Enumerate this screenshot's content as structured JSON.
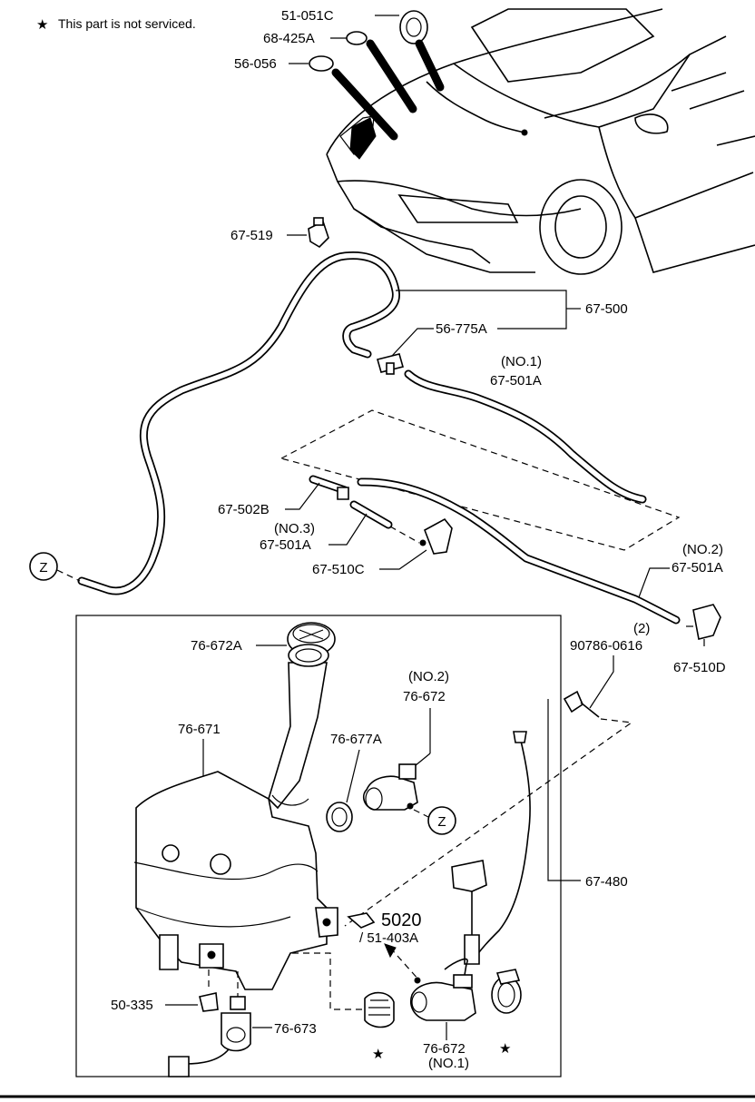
{
  "note": {
    "star": "★",
    "text": "This part is not serviced."
  },
  "labels": {
    "p51_051c": "51-051C",
    "p68_425a": "68-425A",
    "p56_056": "56-056",
    "p67_519": "67-519",
    "p67_500": "67-500",
    "p56_775a": "56-775A",
    "p67_501a_no1_qual": "(NO.1)",
    "p67_501a_no1": "67-501A",
    "p67_502b": "67-502B",
    "p67_501a_no3_qual": "(NO.3)",
    "p67_501a_no3": "67-501A",
    "p67_510c": "67-510C",
    "p67_501a_no2_qual": "(NO.2)",
    "p67_501a_no2": "67-501A",
    "p67_510d": "67-510D",
    "p90786_qty": "(2)",
    "p90786": "90786-0616",
    "p76_672a": "76-672A",
    "p76_671": "76-671",
    "p76_677a": "76-677A",
    "p76_672_no2_qual": "(NO.2)",
    "p76_672_no2": "76-672",
    "p67_480": "67-480",
    "ref_5020": "5020",
    "ref_51_403a": "/ 51-403A",
    "p50_335": "50-335",
    "p76_673": "76-673",
    "p76_672_no1": "76-672",
    "p76_672_no1_qual": "(NO.1)",
    "z_ref": "Z",
    "star_mark": "★"
  }
}
